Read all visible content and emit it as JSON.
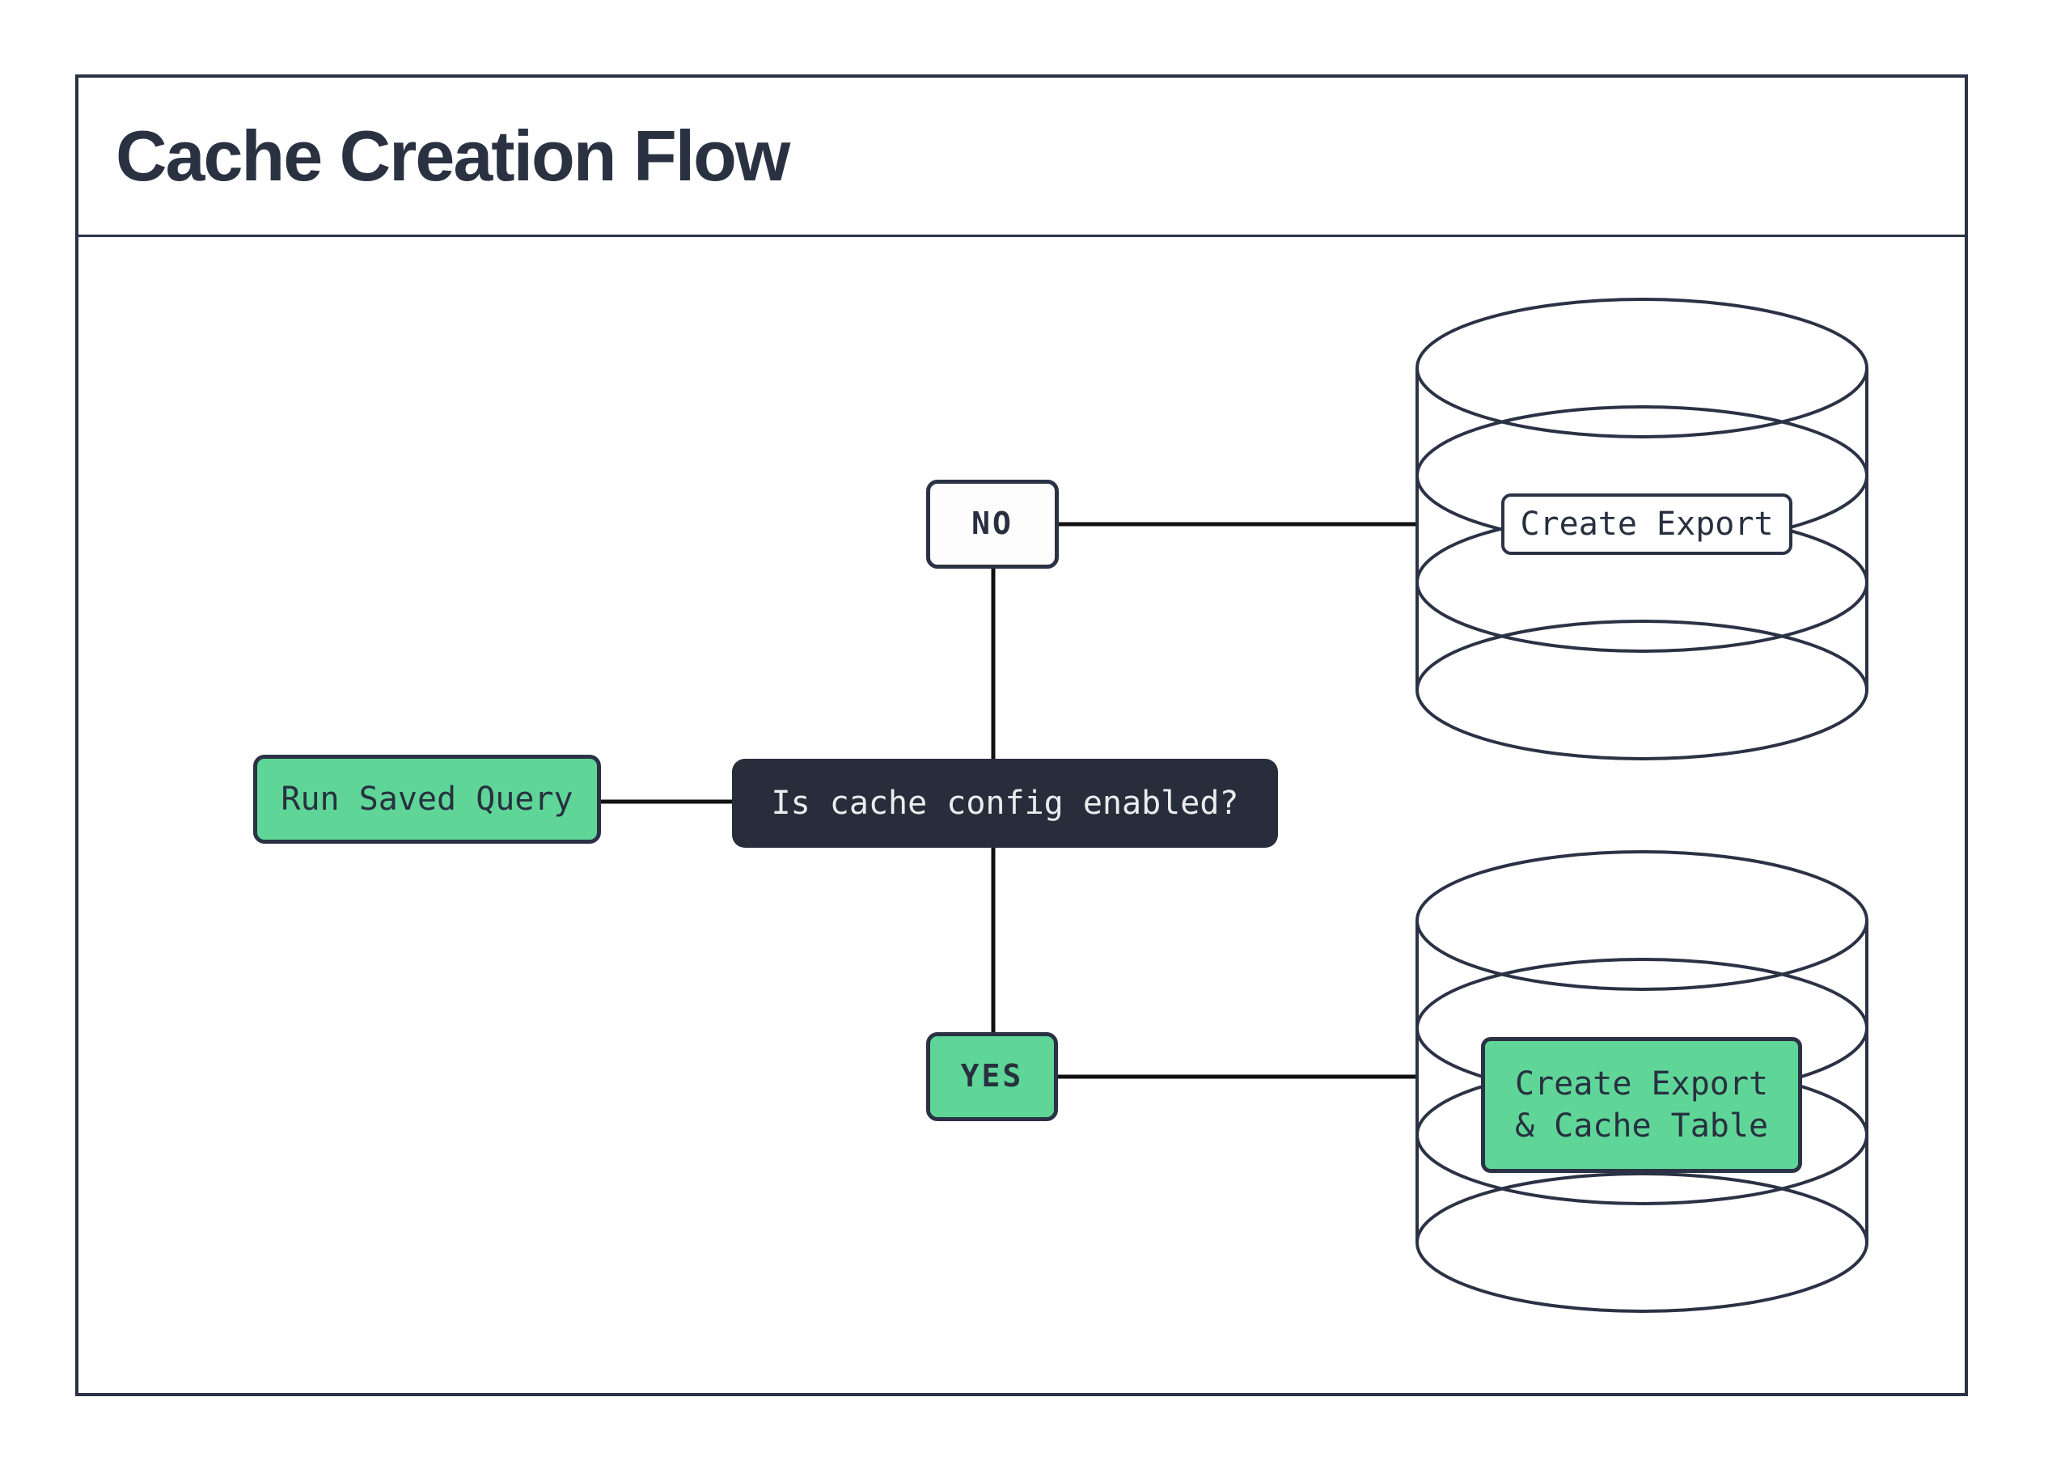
{
  "title": "Cache Creation Flow",
  "colors": {
    "outline_navy": "#2b3245",
    "accent_green": "#5fd698",
    "decision_fill": "#272d3b",
    "connector_black": "#111111",
    "background": "#ffffff",
    "text_dark": "#283040",
    "text_light": "#ebecee"
  },
  "nodes": {
    "run": {
      "label": "Run Saved Query"
    },
    "decision": {
      "label": "Is cache config enabled?"
    },
    "branch_no": {
      "label": "NO"
    },
    "branch_yes": {
      "label": "YES"
    },
    "export": {
      "label": "Create Export"
    },
    "export_cache": {
      "line1": "Create Export",
      "line2": "& Cache Table"
    }
  },
  "icons": {
    "top": "database-cylinder-icon",
    "bottom": "database-cylinder-icon"
  }
}
